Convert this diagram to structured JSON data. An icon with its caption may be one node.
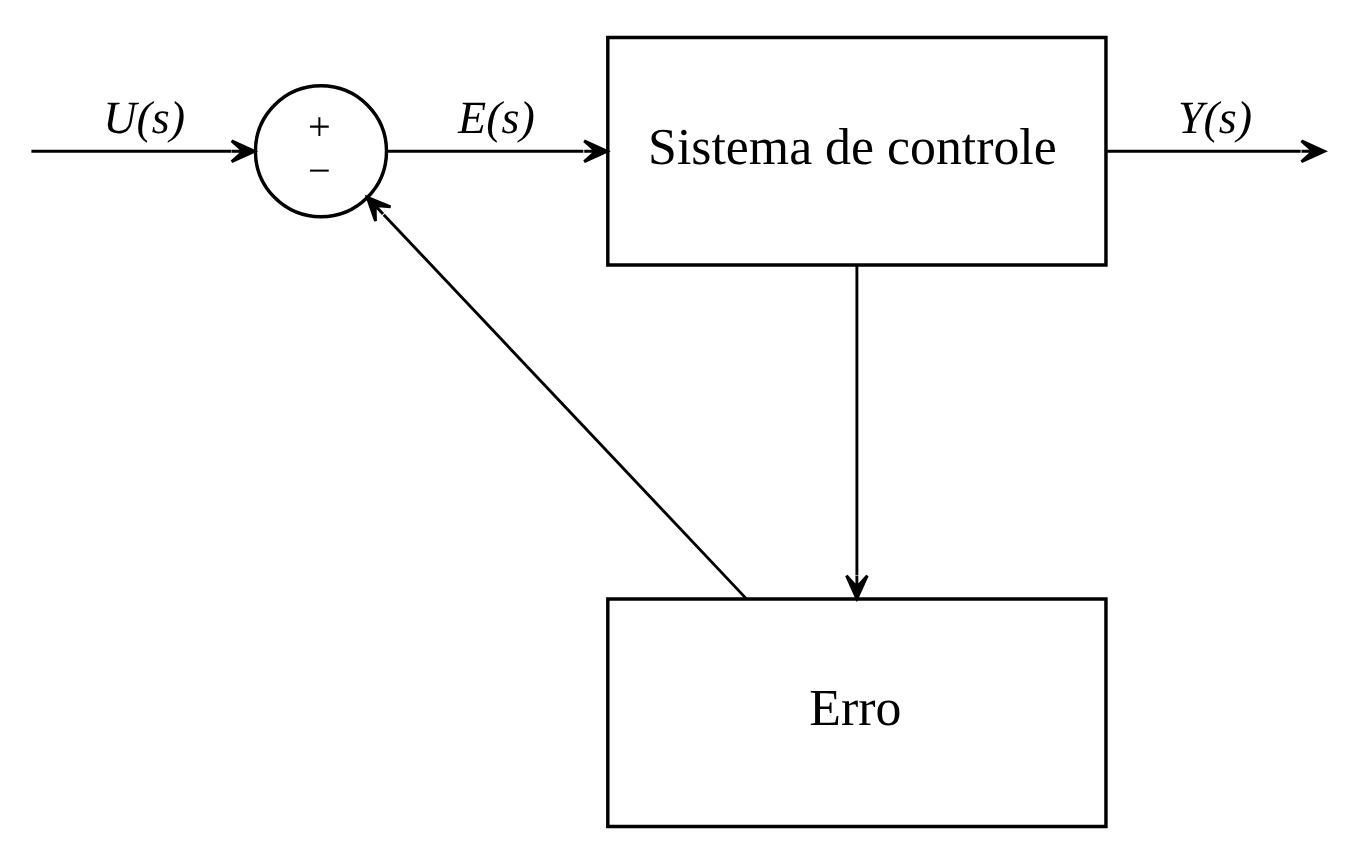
{
  "diagram": {
    "nodes": [
      {
        "text": [
          "+",
          "−"
        ]
      },
      {
        "text": [
          "Sistema de controle"
        ]
      },
      {
        "text": [
          "Erro"
        ]
      }
    ],
    "edges": [
      {
        "from": null,
        "to": 0,
        "arrow": "to",
        "label": "U(s)"
      },
      {
        "from": 0,
        "to": 1,
        "arrow": "to",
        "label": "E(s)"
      },
      {
        "from": 1,
        "to": null,
        "arrow": "to",
        "label": "Y(s)"
      },
      {
        "from": 1,
        "to": 2,
        "arrow": "to"
      },
      {
        "from": 2,
        "to": 0,
        "arrow": "to"
      }
    ]
  }
}
